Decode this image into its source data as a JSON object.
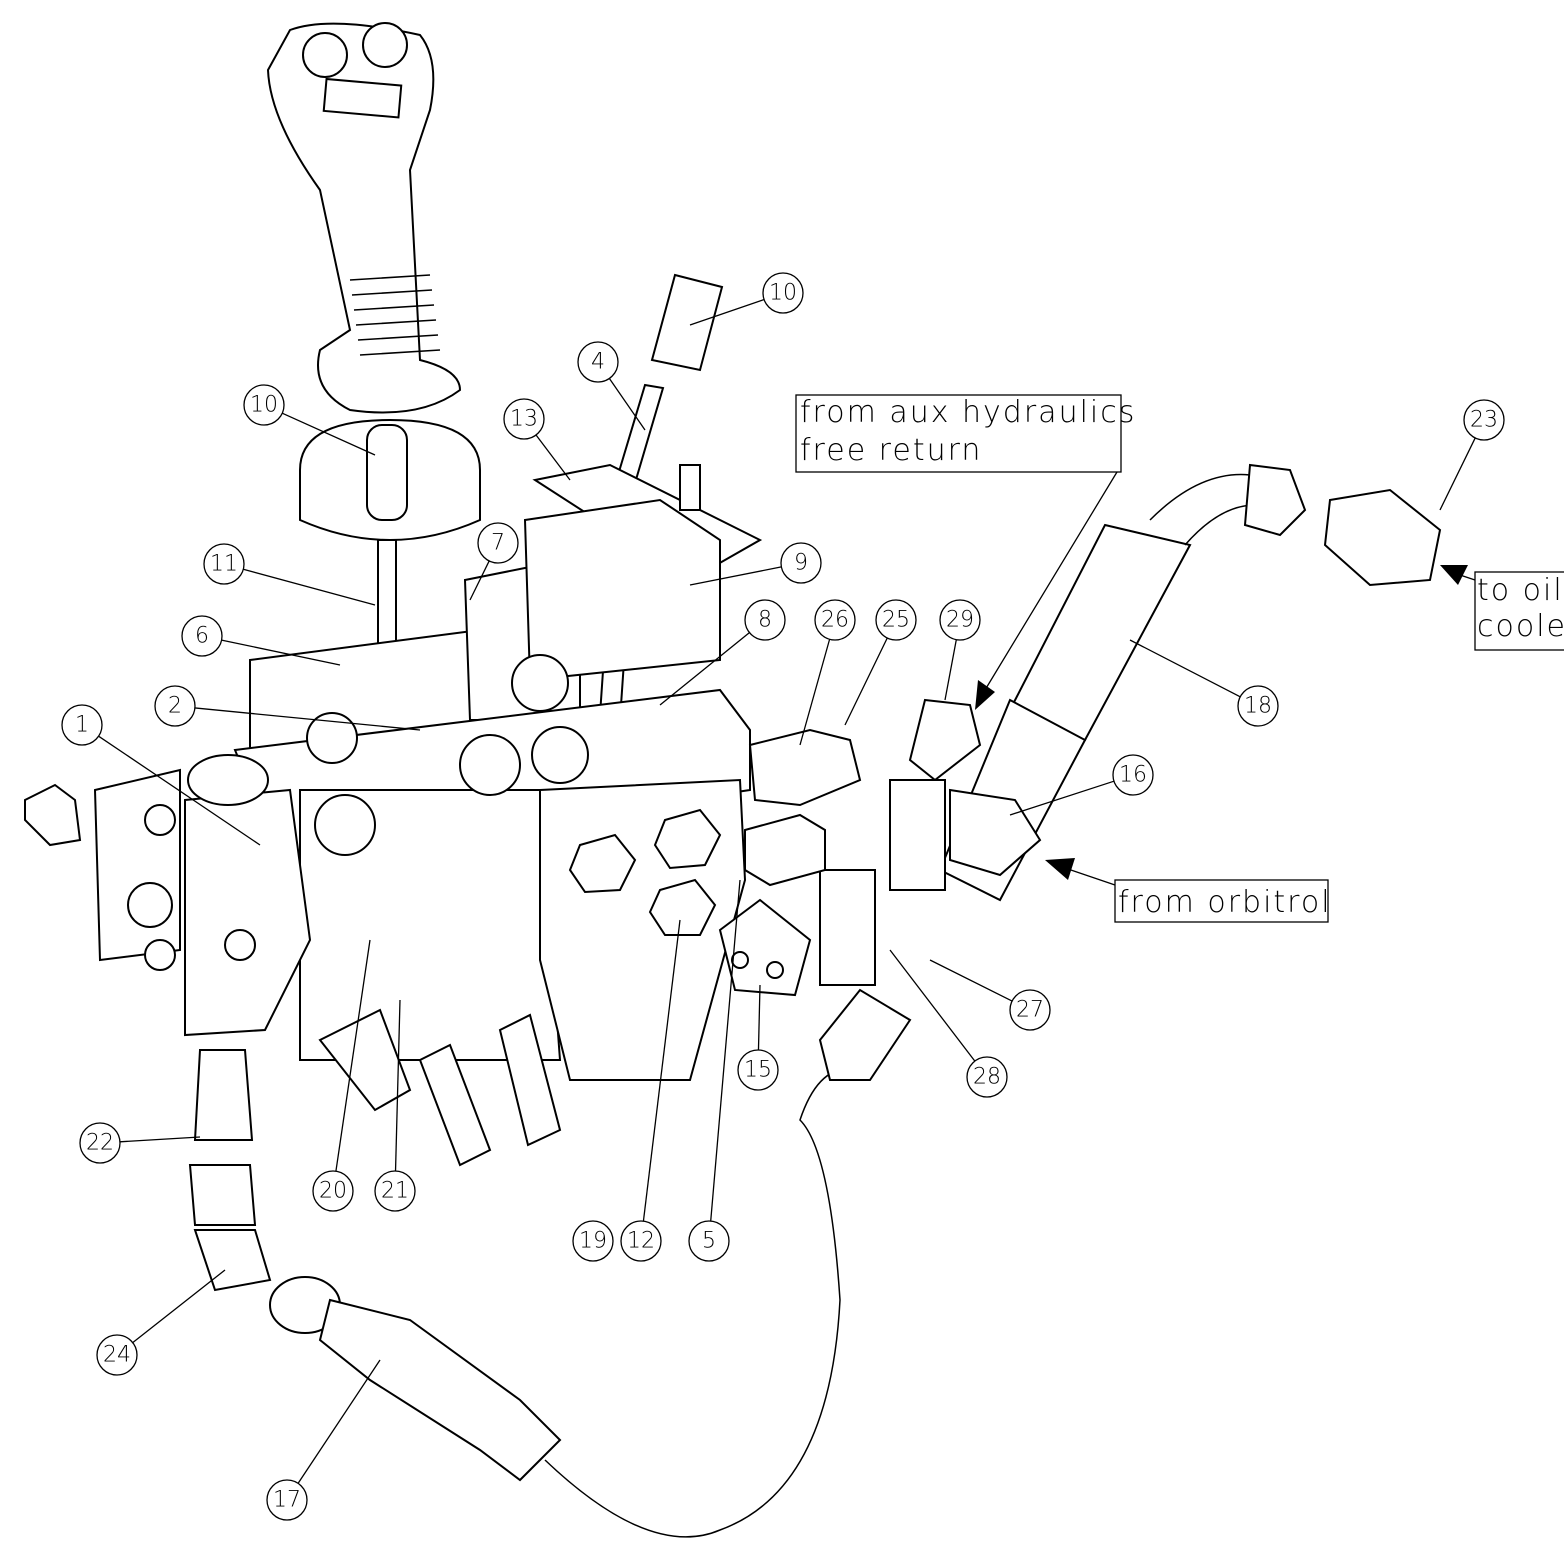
{
  "diagram": {
    "balloons": [
      "1",
      "2",
      "4",
      "5",
      "6",
      "7",
      "8",
      "9",
      "10",
      "10",
      "11",
      "12",
      "13",
      "15",
      "16",
      "17",
      "18",
      "19",
      "20",
      "21",
      "22",
      "23",
      "24",
      "25",
      "26",
      "27",
      "28",
      "29"
    ],
    "notes": {
      "aux_return": {
        "line1": "from aux hydraulics",
        "line2": "free return"
      },
      "orbitrol": {
        "line1": "from orbitrol"
      },
      "oil_cooler": {
        "line1": "to oil",
        "line2": "coole"
      }
    }
  }
}
